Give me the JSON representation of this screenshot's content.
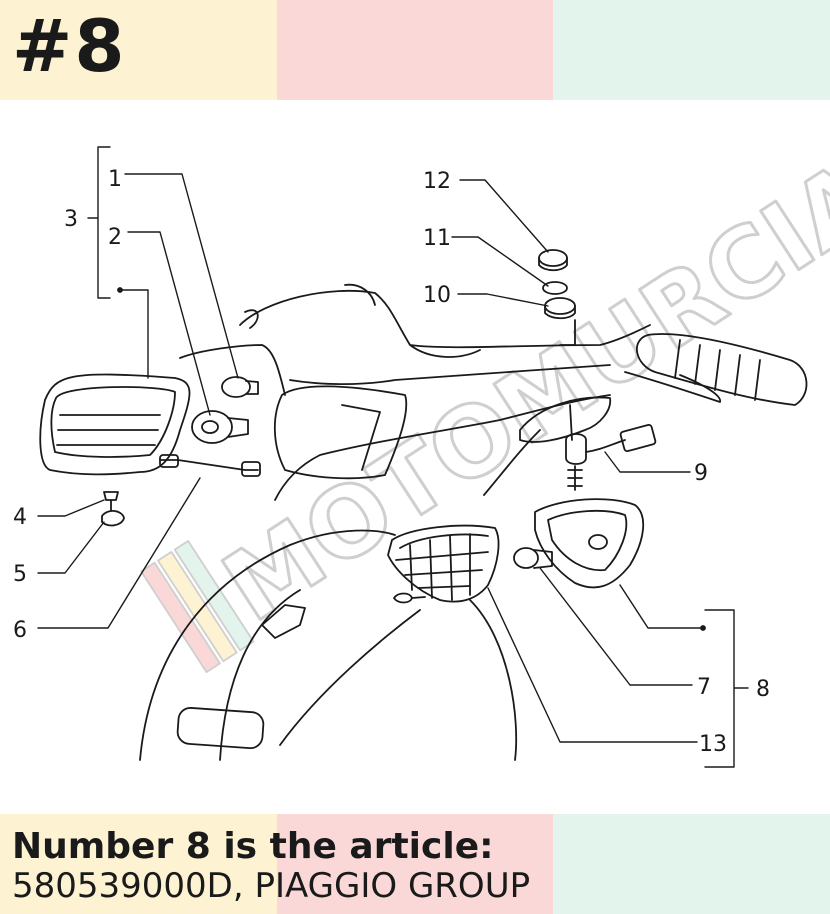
{
  "badge": "#8",
  "band_colors": [
    "#fdf3d3",
    "#fbd8d8",
    "#e3f4ec"
  ],
  "caption": {
    "line1": "Number 8 is the article:",
    "line2": "580539000D, PIAGGIO GROUP"
  },
  "watermark": "MOTOMURCIA",
  "parts": {
    "p1": "1",
    "p2": "2",
    "p3": "3",
    "p4": "4",
    "p5": "5",
    "p6": "6",
    "p7": "7",
    "p8": "8",
    "p9": "9",
    "p10": "10",
    "p11": "11",
    "p12": "12",
    "p13": "13"
  }
}
